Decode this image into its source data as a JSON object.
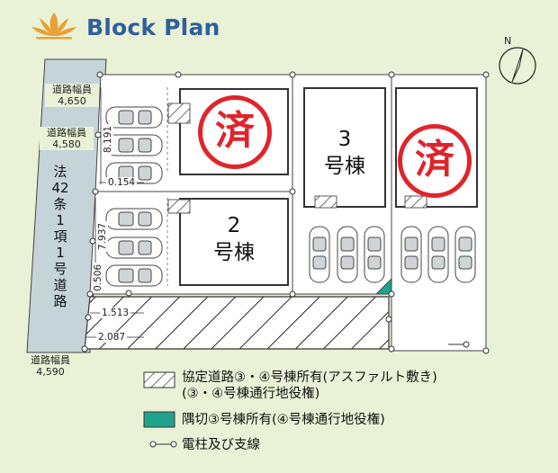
{
  "header": {
    "title": "Block Plan"
  },
  "compass": {
    "letter": "N"
  },
  "roads": {
    "width_label": "道路幅員",
    "top_width": "4,650",
    "mid_width": "4,580",
    "bottom_width": "4,590",
    "vertical_label_chars": [
      "法",
      "42",
      "条",
      "1",
      "項",
      "1",
      "号",
      "道",
      "路"
    ]
  },
  "dimensions": {
    "d1": "8.191",
    "d2": "0.154",
    "d3": "7.937",
    "d4": "0.506",
    "d5": "1.513",
    "d6": "2.087"
  },
  "lots": {
    "lot2": {
      "number": "2",
      "suffix": "号棟"
    },
    "lot3": {
      "number": "3",
      "suffix": "号棟"
    },
    "sold_mark": "済"
  },
  "legend": {
    "item1_line1": "協定道路③・④号棟所有(アスファルト敷き)",
    "item1_line2": "(③・④号棟通行地役権)",
    "item2": "隅切③号棟所有(④号棟通行地役権)",
    "item3": "電柱及び支線"
  },
  "colors": {
    "background": "#e9f2d6",
    "road": "#c4d4d8",
    "title": "#2f5f9c",
    "sold": "#e0242b",
    "corner_cut": "#1fa38c",
    "logo": "#e8a136"
  }
}
